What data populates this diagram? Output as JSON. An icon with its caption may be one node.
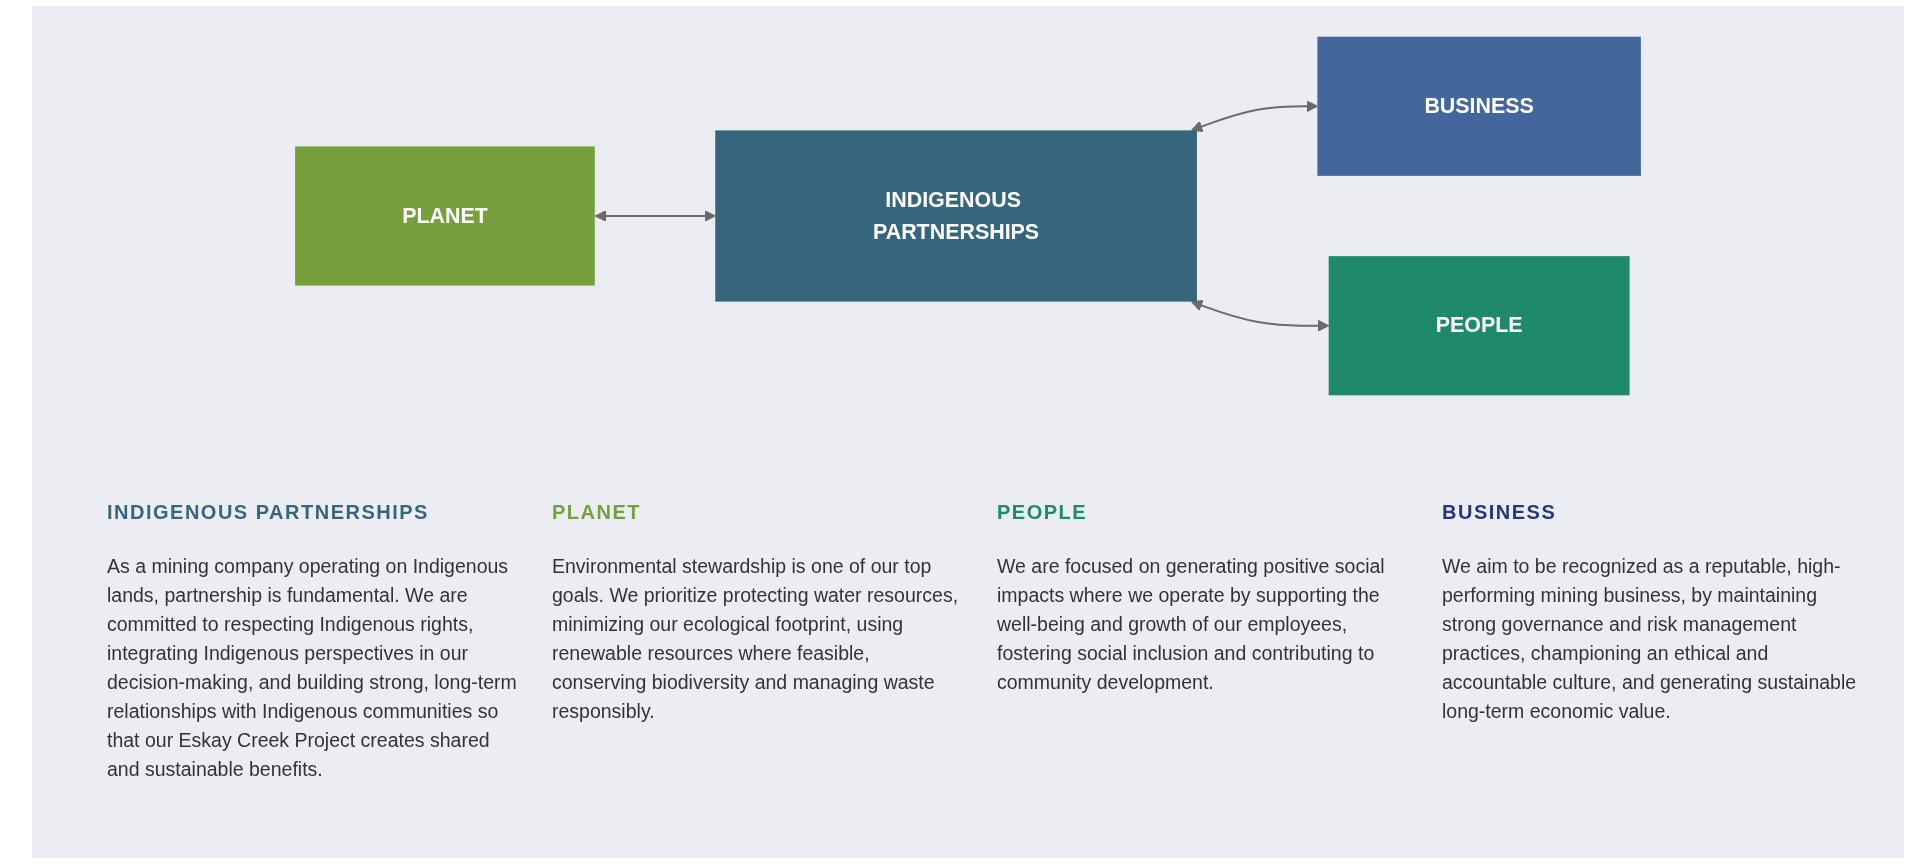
{
  "diagram": {
    "nodes": [
      {
        "text": [
          "PLANET"
        ]
      },
      {
        "text": [
          "INDIGENOUS PARTNERSHIPS"
        ]
      },
      {
        "text": [
          "BUSINESS"
        ]
      },
      {
        "text": [
          "PEOPLE"
        ]
      }
    ],
    "edges": [
      {
        "from": 0,
        "to": 1,
        "arrow": "both"
      },
      {
        "from": 1,
        "to": 2,
        "arrow": "both"
      },
      {
        "from": 1,
        "to": 3,
        "arrow": "both"
      }
    ],
    "labels": [
      "INDIGENOUS PARTNERSHIPS",
      "As a mining company operating on Indigenous lands, partnership is fundamental. We are committed to respecting Indigenous rights, integrating Indigenous perspectives in our decision-making, and building strong, long-term relationships with Indigenous communities so that our Eskay Creek Project creates shared and sustainable benefits.",
      "PLANET",
      "Environmental stewardship is one of our top goals. We prioritize protecting water resources, minimizing our ecological footprint, using renewable resources where feasible, conserving biodiversity and managing waste responsibly.",
      "PEOPLE",
      "We are focused on generating positive social impacts where we operate by supporting the well-being and growth of our employees, fostering social inclusion and contributing to community development.",
      "BUSINESS",
      "We aim to be recognized as a reputable, high-performing mining business, by maintaining strong governance and risk management practices, championing an ethical and accountable culture, and generating sustainable long-term economic value."
    ]
  }
}
